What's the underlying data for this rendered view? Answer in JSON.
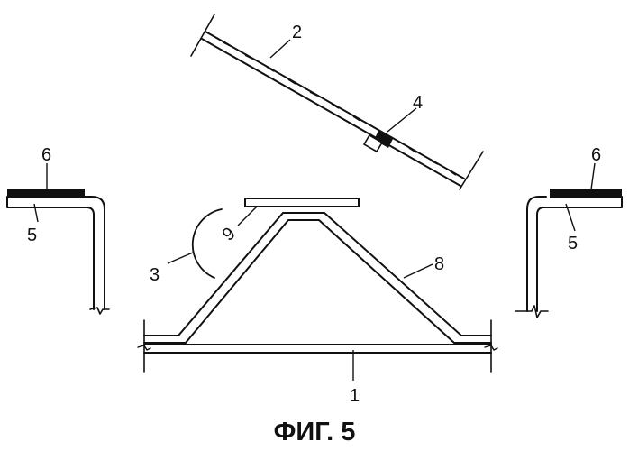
{
  "figure": {
    "caption": "ФИГ. 5",
    "labels": {
      "glass_panel": "2",
      "clip": "4",
      "left_cap": "6",
      "left_bracket": "5",
      "right_cap": "6",
      "right_bracket": "5",
      "arc": "3",
      "pad": "9",
      "hat_profile": "8",
      "base_plate": "1"
    }
  }
}
